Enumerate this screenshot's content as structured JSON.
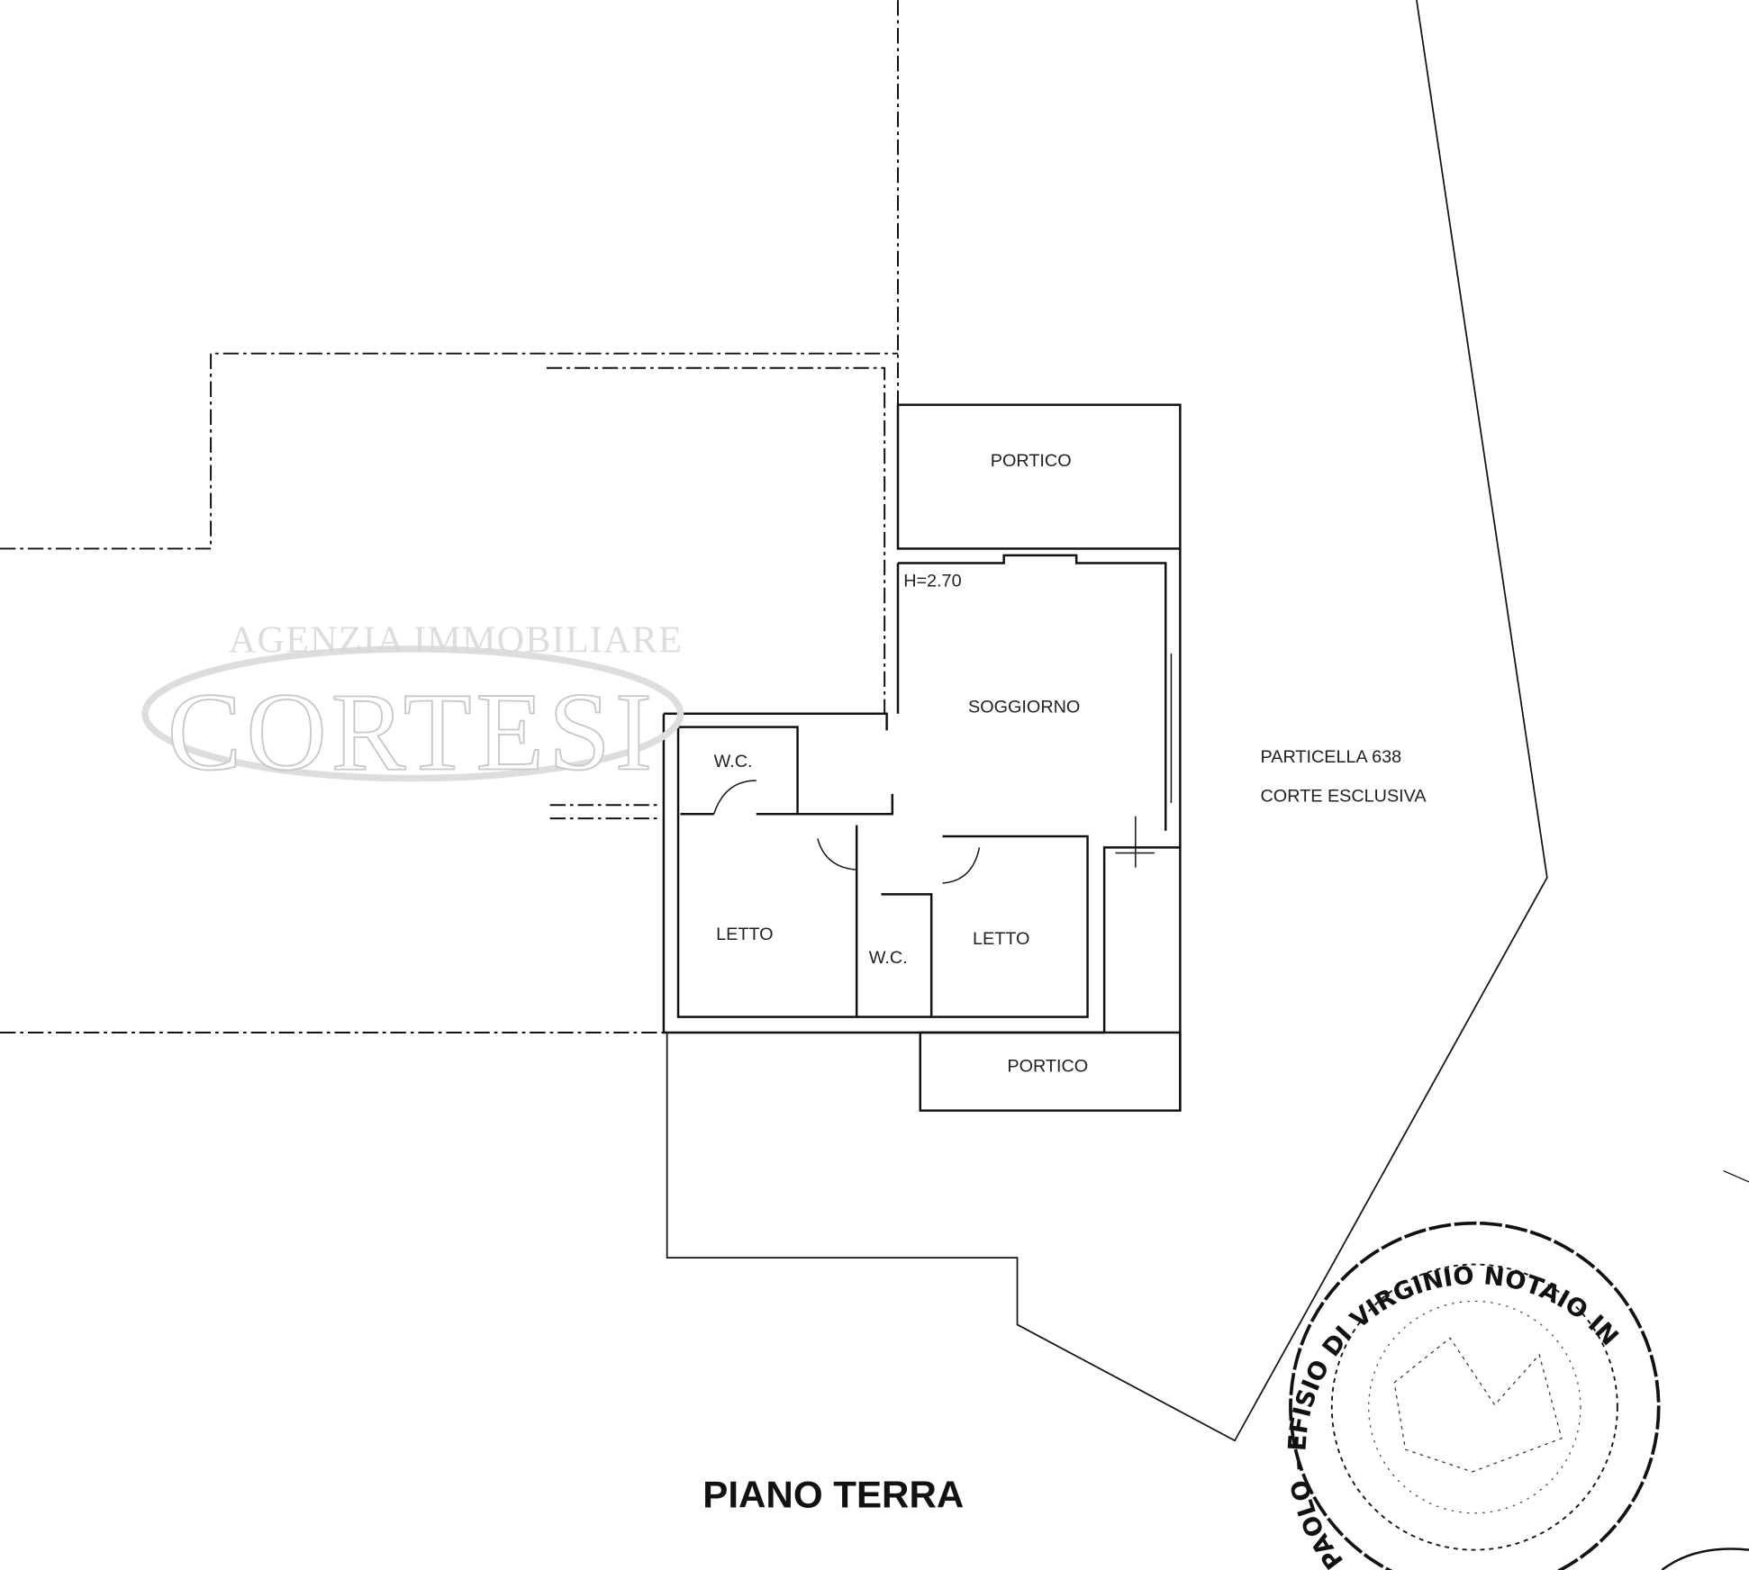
{
  "plan": {
    "title": "PIANO TERRA",
    "height_note": "H=2.70",
    "rooms": [
      {
        "label": "PORTICO"
      },
      {
        "label": "SOGGIORNO"
      },
      {
        "label": "W.C."
      },
      {
        "label": "LETTO"
      },
      {
        "label": "W.C."
      },
      {
        "label": "LETTO"
      },
      {
        "label": "PORTICO"
      }
    ],
    "parcel": "PARTICELLA 638",
    "parcel_note": "CORTE ESCLUSIVA"
  },
  "watermark": {
    "line1": "AGENZIA IMMOBILIARE",
    "line2": "CORTESI"
  },
  "stamp": {
    "text": "PAOLO - EFISIO DI VIRGINIO NOTAIO IN"
  }
}
